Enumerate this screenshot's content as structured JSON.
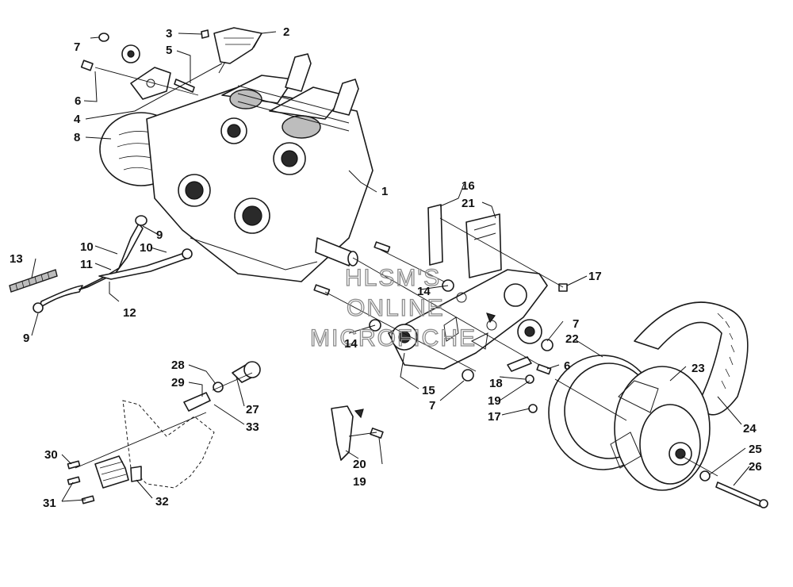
{
  "watermark": {
    "line1": "HLSM'S",
    "line2": "ONLINE",
    "line3": "MICROFICHE"
  },
  "callouts": [
    "1",
    "2",
    "3",
    "4",
    "5",
    "6",
    "7",
    "8",
    "9",
    "10",
    "11",
    "12",
    "13",
    "14",
    "15",
    "16",
    "17",
    "18",
    "19",
    "20",
    "21",
    "22",
    "23",
    "24",
    "25",
    "26",
    "27",
    "28",
    "29",
    "30",
    "31",
    "32",
    "33"
  ],
  "labels": {
    "l1": "1",
    "l2": "2",
    "l3": "3",
    "l4": "4",
    "l5": "5",
    "l6a": "6",
    "l6b": "6",
    "l7a": "7",
    "l7b": "7",
    "l7c": "7",
    "l8": "8",
    "l9a": "9",
    "l9b": "9",
    "l10a": "10",
    "l10b": "10",
    "l11": "11",
    "l12": "12",
    "l13": "13",
    "l14a": "14",
    "l14b": "14",
    "l15": "15",
    "l16": "16",
    "l17a": "17",
    "l17b": "17",
    "l18": "18",
    "l19a": "19",
    "l19b": "19",
    "l20": "20",
    "l21": "21",
    "l22": "22",
    "l23": "23",
    "l24": "24",
    "l25": "25",
    "l26": "26",
    "l27": "27",
    "l28": "28",
    "l29": "29",
    "l30": "30",
    "l31": "31",
    "l32": "32",
    "l33": "33"
  },
  "colors": {
    "line": "#1a1a1a",
    "watermark": "#8a8a8a",
    "background": "#ffffff"
  }
}
